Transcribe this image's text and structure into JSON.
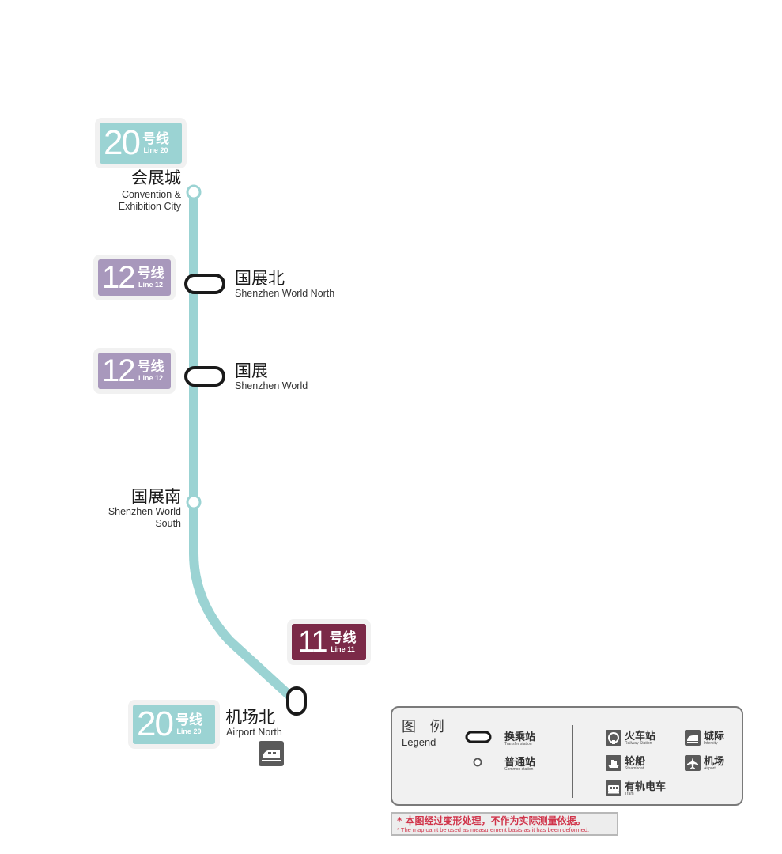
{
  "colors": {
    "line20": "#9bd3d3",
    "line12": "#a898bc",
    "line11": "#7b2a48",
    "interchange_outline": "#1a1a1a",
    "disclaimer_red": "#d0344a"
  },
  "line_badges": [
    {
      "number": "20",
      "zh": "号线",
      "en": "Line 20"
    },
    {
      "number": "12",
      "zh": "号线",
      "en": "Line 12"
    },
    {
      "number": "12",
      "zh": "号线",
      "en": "Line 12"
    },
    {
      "number": "11",
      "zh": "号线",
      "en": "Line 11"
    },
    {
      "number": "20",
      "zh": "号线",
      "en": "Line 20"
    }
  ],
  "stations": [
    {
      "zh": "会展城",
      "en_line1": "Convention &",
      "en_line2": "Exhibition City",
      "type": "common"
    },
    {
      "zh": "国展北",
      "en_line1": "Shenzhen World North",
      "type": "transfer"
    },
    {
      "zh": "国展",
      "en_line1": "Shenzhen World",
      "type": "transfer"
    },
    {
      "zh": "国展南",
      "en_line1": "Shenzhen World",
      "en_line2": "South",
      "type": "common"
    },
    {
      "zh": "机场北",
      "en_line1": "Airport North",
      "type": "transfer"
    }
  ],
  "icons": {
    "station_rail": "railway-icon",
    "railway": "railway-icon",
    "steamboat": "steamboat-icon",
    "tram": "tram-icon",
    "intercity": "intercity-icon",
    "airport": "airport-icon"
  },
  "legend": {
    "title_zh": "图 例",
    "title_en": "Legend",
    "transfer_zh": "换乘站",
    "transfer_en": "Transfer station",
    "common_zh": "普通站",
    "common_en": "Common station",
    "railway_zh": "火车站",
    "railway_en": "Railway Station",
    "intercity_zh": "城际",
    "intercity_en": "Intercity",
    "steamboat_zh": "轮船",
    "steamboat_en": "Steamboat",
    "airport_zh": "机场",
    "airport_en": "Airport",
    "tram_zh": "有轨电车",
    "tram_en": "Tram"
  },
  "disclaimer": {
    "zh": "* 本图经过变形处理，不作为实际测量依据。",
    "en": "*  The map can't be used as measurement basis as it has been deformed."
  }
}
